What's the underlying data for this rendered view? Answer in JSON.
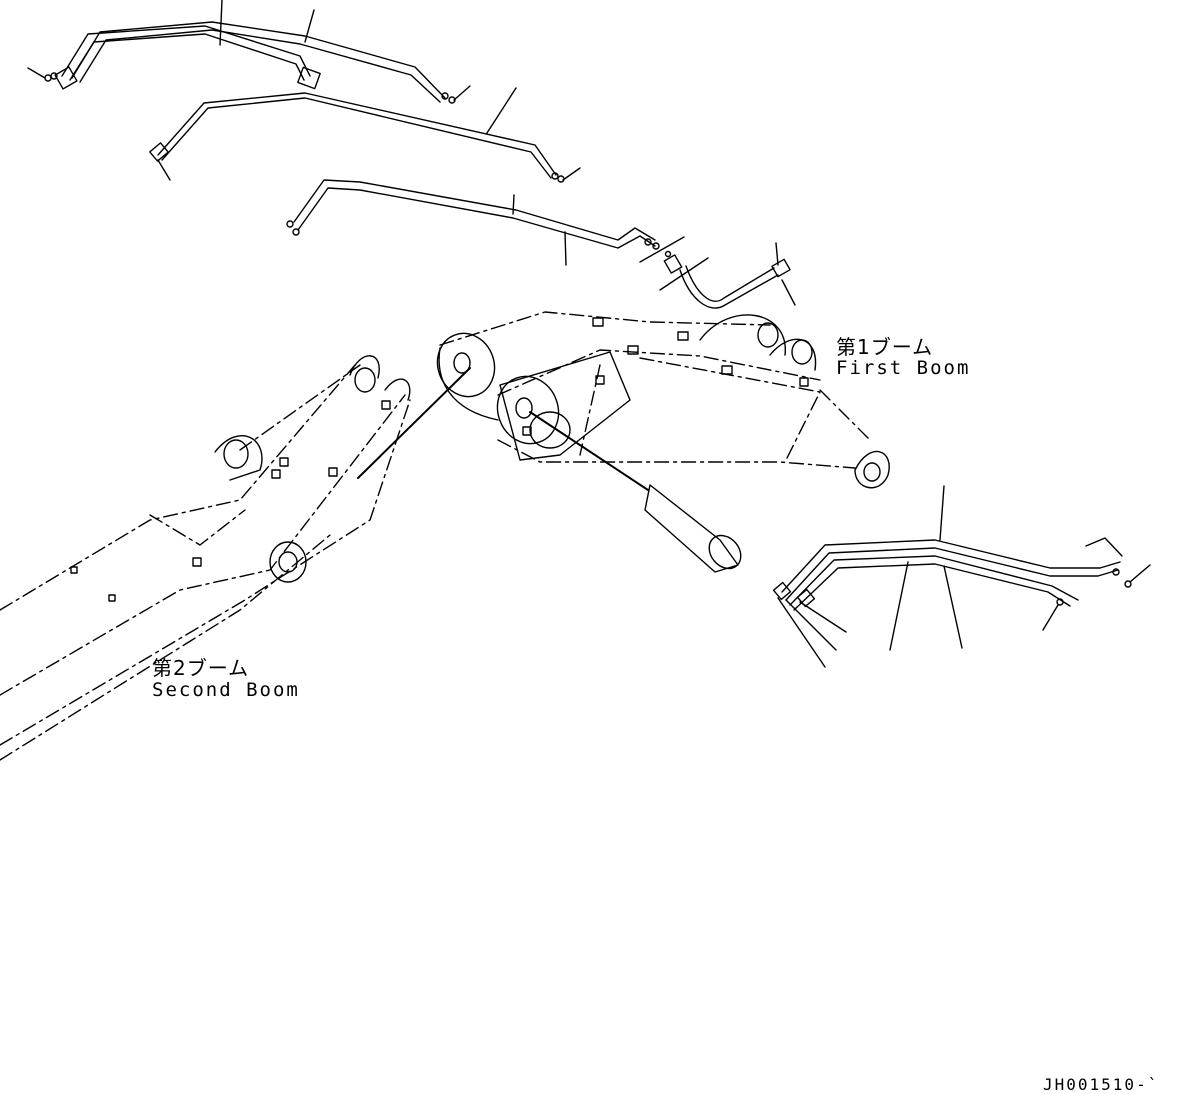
{
  "labels": {
    "first_boom_jp": "第1ブーム",
    "first_boom_en": "First Boom",
    "second_boom_jp": "第2ブーム",
    "second_boom_en": "Second Boom"
  },
  "figure_code": "JH001510-`",
  "colors": {
    "line": "#000000",
    "background": "#ffffff"
  }
}
